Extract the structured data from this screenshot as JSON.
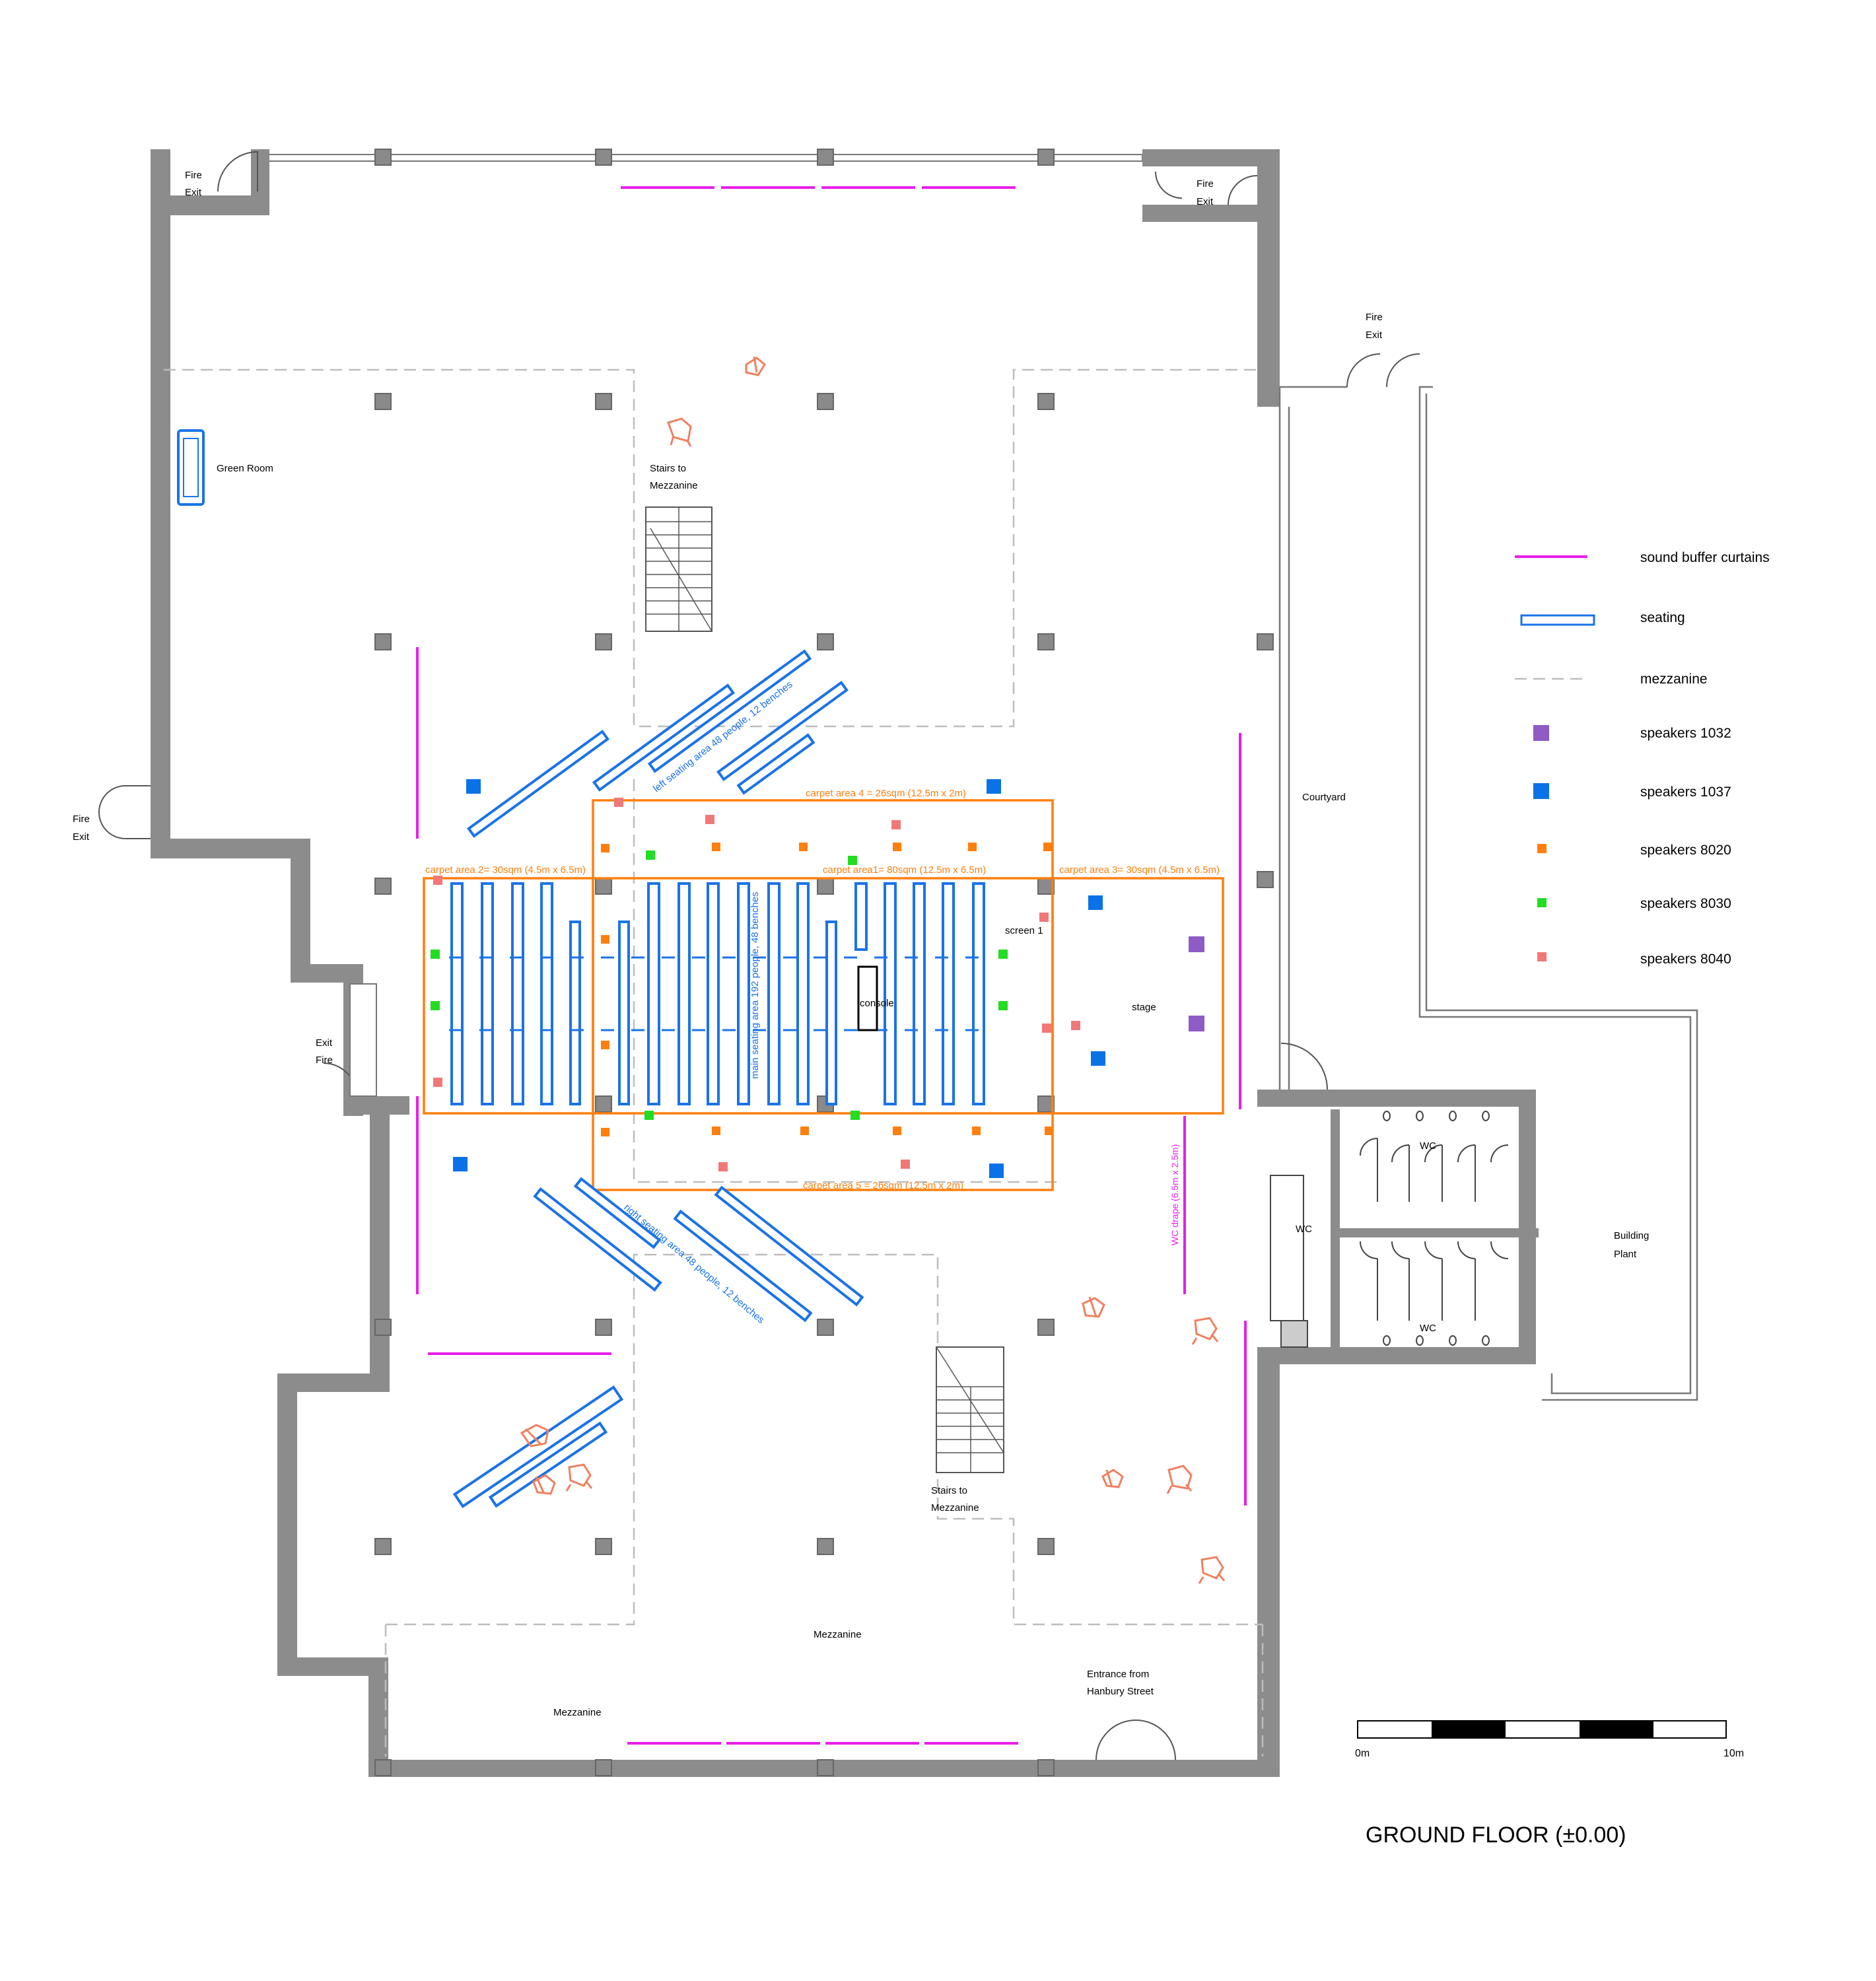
{
  "title": "GROUND FLOOR (±0.00)",
  "colors": {
    "curtain": "#e91ee9",
    "seating": "#1a73e8",
    "mezzanine": "#bdbdbd",
    "carpet": "#ff7f0e",
    "speakers_1032": "#8e5cc4",
    "speakers_1037": "#0a72e6",
    "speakers_8020": "#ff7f0e",
    "speakers_8030": "#22dd22",
    "speakers_8040": "#f07878",
    "furniture": "#f08060"
  },
  "legend": [
    {
      "key": "curtain",
      "label": "sound buffer curtains"
    },
    {
      "key": "seating",
      "label": "seating"
    },
    {
      "key": "mezzanine",
      "label": "mezzanine"
    },
    {
      "key": "speakers_1032",
      "label": "speakers 1032"
    },
    {
      "key": "speakers_1037",
      "label": "speakers 1037"
    },
    {
      "key": "speakers_8020",
      "label": "speakers 8020"
    },
    {
      "key": "speakers_8030",
      "label": "speakers 8030"
    },
    {
      "key": "speakers_8040",
      "label": "speakers 8040"
    }
  ],
  "rooms": {
    "fire_exit_nw": [
      "Fire",
      "Exit"
    ],
    "fire_exit_ne": [
      "Fire",
      "Exit"
    ],
    "fire_exit_courtyard": [
      "Fire",
      "Exit"
    ],
    "fire_exit_west": [
      "Fire",
      "Exit"
    ],
    "exit_fire_west": [
      "Exit",
      "Fire"
    ],
    "green_room": "Green Room",
    "stairs_north": [
      "Stairs to",
      "Mezzanine"
    ],
    "stairs_south": [
      "Stairs to",
      "Mezzanine"
    ],
    "courtyard": "Courtyard",
    "wc_top": "WC",
    "wc_left": "WC",
    "wc_bottom": "WC",
    "building_plant": [
      "Building",
      "Plant"
    ],
    "mezzanine_center": "Mezzanine",
    "mezzanine_left": "Mezzanine",
    "entrance": [
      "Entrance from",
      "Hanbury Street"
    ],
    "stage": "stage",
    "screen": "screen 1",
    "console": "console"
  },
  "areas": {
    "carpet_1": "carpet area1= 80sqm (12.5m x 6.5m)",
    "carpet_2": "carpet area 2= 30sqm (4.5m x 6.5m)",
    "carpet_3": "carpet area 3= 30sqm (4.5m x 6.5m)",
    "carpet_4": "carpet area 4 = 26sqm (12.5m x 2m)",
    "carpet_5": "carpet area 5 = 26sqm (12.5m x 2m)",
    "main_seating": "main seating area 192 people, 48 benches",
    "left_seating": "left seating area 48 people, 12 benches",
    "right_seating": "right seating area 48 people, 12 benches",
    "wc_drape": "WC drape (6.5m x 2.5m)"
  },
  "scale": {
    "start": "0m",
    "end": "10m"
  }
}
